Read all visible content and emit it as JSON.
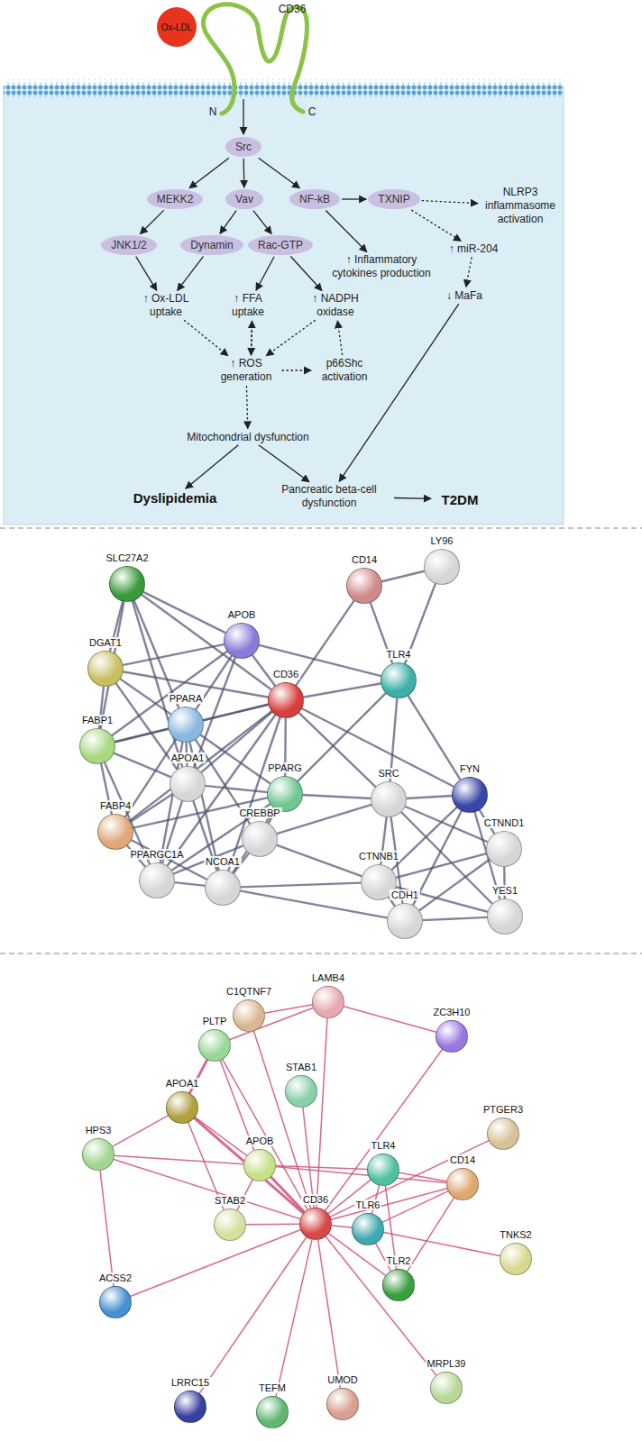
{
  "diagram": {
    "nodes": [
      {
        "text": [
          "Ox-LDL"
        ]
      },
      {
        "text": [
          "Src"
        ]
      },
      {
        "text": [
          "MEKK2"
        ]
      },
      {
        "text": [
          "Vav"
        ]
      },
      {
        "text": [
          "NF-kB"
        ]
      },
      {
        "text": [
          "TXNIP"
        ]
      },
      {
        "text": [
          "NLRP3 inflammasome activation"
        ]
      },
      {
        "text": [
          "JNK1/2"
        ]
      },
      {
        "text": [
          "Dynamin"
        ]
      },
      {
        "text": [
          "Rac-GTP"
        ]
      },
      {
        "text": [
          "↑ Inflammatory cytokines production"
        ]
      },
      {
        "text": [
          "↑ miR-204"
        ]
      },
      {
        "text": [
          "↑ Ox-LDL uptake"
        ]
      },
      {
        "text": [
          "↑ FFA uptake"
        ]
      },
      {
        "text": [
          "↑ NADPH oxidase"
        ]
      },
      {
        "text": [
          "↓ MaFa"
        ]
      },
      {
        "text": [
          "↑ ROS generation"
        ]
      },
      {
        "text": [
          "p66Shc activation"
        ]
      },
      {
        "text": [
          "Mitochondrial dysfunction"
        ]
      },
      {
        "text": [
          "Dyslipidemia"
        ]
      },
      {
        "text": [
          "Pancreatic beta-cell dysfunction"
        ]
      },
      {
        "text": [
          "T2DM"
        ]
      },
      {
        "text": [
          "SLC27A2"
        ]
      },
      {
        "text": [
          "LY96"
        ]
      },
      {
        "text": [
          "CD14"
        ]
      },
      {
        "text": [
          "APOB"
        ]
      },
      {
        "text": [
          "DGAT1"
        ]
      },
      {
        "text": [
          "CD36"
        ]
      },
      {
        "text": [
          "TLR4"
        ]
      },
      {
        "text": [
          "PPARA"
        ]
      },
      {
        "text": [
          "FABP1"
        ]
      },
      {
        "text": [
          "APOA1"
        ]
      },
      {
        "text": [
          "PPARG"
        ]
      },
      {
        "text": [
          "SRC"
        ]
      },
      {
        "text": [
          "FYN"
        ]
      },
      {
        "text": [
          "FABP4"
        ]
      },
      {
        "text": [
          "CREBBP"
        ]
      },
      {
        "text": [
          "CTNND1"
        ]
      },
      {
        "text": [
          "PPARGC1A"
        ]
      },
      {
        "text": [
          "NCOA1"
        ]
      },
      {
        "text": [
          "CTNNB1"
        ]
      },
      {
        "text": [
          "YES1"
        ]
      },
      {
        "text": [
          "CDH1"
        ]
      },
      {
        "text": [
          "C1QTNF7"
        ]
      },
      {
        "text": [
          "LAMB4"
        ]
      },
      {
        "text": [
          "ZC3H10"
        ]
      },
      {
        "text": [
          "PLTP"
        ]
      },
      {
        "text": [
          "STAB1"
        ]
      },
      {
        "text": [
          "PTGER3"
        ]
      },
      {
        "text": [
          "APOA1"
        ]
      },
      {
        "text": [
          "HPS3"
        ]
      },
      {
        "text": [
          "APOB"
        ]
      },
      {
        "text": [
          "TLR4"
        ]
      },
      {
        "text": [
          "CD14"
        ]
      },
      {
        "text": [
          "STAB2"
        ]
      },
      {
        "text": [
          "CD36"
        ]
      },
      {
        "text": [
          "TLR6"
        ]
      },
      {
        "text": [
          "TNKS2"
        ]
      },
      {
        "text": [
          "TLR2"
        ]
      },
      {
        "text": [
          "ACSS2"
        ]
      },
      {
        "text": [
          "LRRC15"
        ]
      },
      {
        "text": [
          "TEFM"
        ]
      },
      {
        "text": [
          "UMOD"
        ]
      },
      {
        "text": [
          "MRPL39"
        ]
      }
    ],
    "edges": [
      {
        "from": 1,
        "to": 2,
        "arrow": "to"
      },
      {
        "from": 1,
        "to": 3,
        "arrow": "to"
      },
      {
        "from": 1,
        "to": 4,
        "arrow": "to"
      },
      {
        "from": 2,
        "to": 7,
        "arrow": "to"
      },
      {
        "from": 3,
        "to": 8,
        "arrow": "to"
      },
      {
        "from": 3,
        "to": 9,
        "arrow": "to"
      },
      {
        "from": 4,
        "to": 5,
        "arrow": "to"
      },
      {
        "from": 4,
        "to": 10,
        "arrow": "to"
      },
      {
        "from": 5,
        "to": 6,
        "arrow": "to"
      },
      {
        "from": 5,
        "to": 11,
        "arrow": "to"
      },
      {
        "from": 7,
        "to": 12,
        "arrow": "to"
      },
      {
        "from": 8,
        "to": 12,
        "arrow": "to"
      },
      {
        "from": 9,
        "to": 13,
        "arrow": "to"
      },
      {
        "from": 9,
        "to": 14,
        "arrow": "to"
      },
      {
        "from": 11,
        "to": 15,
        "arrow": "to"
      },
      {
        "from": 12,
        "to": 16,
        "arrow": "to"
      },
      {
        "from": 14,
        "to": 16,
        "arrow": "to"
      },
      {
        "from": 13,
        "to": 16,
        "arrow": "to"
      },
      {
        "from": 16,
        "to": 13,
        "arrow": "to"
      },
      {
        "from": 16,
        "to": 17,
        "arrow": "to"
      },
      {
        "from": 17,
        "to": 14,
        "arrow": "to"
      },
      {
        "from": 16,
        "to": 18,
        "arrow": "to"
      },
      {
        "from": 18,
        "to": 19,
        "arrow": "to"
      },
      {
        "from": 18,
        "to": 20,
        "arrow": "to"
      },
      {
        "from": 15,
        "to": 20,
        "arrow": "to"
      },
      {
        "from": 20,
        "to": 21,
        "arrow": "to"
      },
      {
        "from": 22,
        "to": 25,
        "arrow": "none"
      },
      {
        "from": 22,
        "to": 26,
        "arrow": "none"
      },
      {
        "from": 22,
        "to": 27,
        "arrow": "none"
      },
      {
        "from": 22,
        "to": 29,
        "arrow": "none"
      },
      {
        "from": 22,
        "to": 30,
        "arrow": "none"
      },
      {
        "from": 22,
        "to": 31,
        "arrow": "none"
      },
      {
        "from": 24,
        "to": 23,
        "arrow": "none"
      },
      {
        "from": 24,
        "to": 28,
        "arrow": "none"
      },
      {
        "from": 24,
        "to": 27,
        "arrow": "none"
      },
      {
        "from": 23,
        "to": 28,
        "arrow": "none"
      },
      {
        "from": 25,
        "to": 26,
        "arrow": "none"
      },
      {
        "from": 25,
        "to": 27,
        "arrow": "none"
      },
      {
        "from": 25,
        "to": 28,
        "arrow": "none"
      },
      {
        "from": 25,
        "to": 31,
        "arrow": "none"
      },
      {
        "from": 25,
        "to": 29,
        "arrow": "none"
      },
      {
        "from": 25,
        "to": 30,
        "arrow": "none"
      },
      {
        "from": 26,
        "to": 27,
        "arrow": "none"
      },
      {
        "from": 26,
        "to": 29,
        "arrow": "none"
      },
      {
        "from": 26,
        "to": 30,
        "arrow": "none"
      },
      {
        "from": 26,
        "to": 31,
        "arrow": "none"
      },
      {
        "from": 27,
        "to": 28,
        "arrow": "none"
      },
      {
        "from": 27,
        "to": 29,
        "arrow": "none"
      },
      {
        "from": 27,
        "to": 30,
        "arrow": "none"
      },
      {
        "from": 27,
        "to": 31,
        "arrow": "none"
      },
      {
        "from": 27,
        "to": 32,
        "arrow": "none"
      },
      {
        "from": 27,
        "to": 35,
        "arrow": "none"
      },
      {
        "from": 27,
        "to": 33,
        "arrow": "none"
      },
      {
        "from": 27,
        "to": 34,
        "arrow": "none"
      },
      {
        "from": 27,
        "to": 38,
        "arrow": "none"
      },
      {
        "from": 27,
        "to": 39,
        "arrow": "none"
      },
      {
        "from": 28,
        "to": 33,
        "arrow": "none"
      },
      {
        "from": 28,
        "to": 34,
        "arrow": "none"
      },
      {
        "from": 28,
        "to": 32,
        "arrow": "none"
      },
      {
        "from": 29,
        "to": 30,
        "arrow": "none"
      },
      {
        "from": 29,
        "to": 31,
        "arrow": "none"
      },
      {
        "from": 29,
        "to": 32,
        "arrow": "none"
      },
      {
        "from": 29,
        "to": 35,
        "arrow": "none"
      },
      {
        "from": 29,
        "to": 38,
        "arrow": "none"
      },
      {
        "from": 29,
        "to": 39,
        "arrow": "none"
      },
      {
        "from": 29,
        "to": 36,
        "arrow": "none"
      },
      {
        "from": 30,
        "to": 31,
        "arrow": "none"
      },
      {
        "from": 30,
        "to": 35,
        "arrow": "none"
      },
      {
        "from": 30,
        "to": 38,
        "arrow": "none"
      },
      {
        "from": 31,
        "to": 32,
        "arrow": "none"
      },
      {
        "from": 31,
        "to": 35,
        "arrow": "none"
      },
      {
        "from": 31,
        "to": 38,
        "arrow": "none"
      },
      {
        "from": 31,
        "to": 39,
        "arrow": "none"
      },
      {
        "from": 32,
        "to": 35,
        "arrow": "none"
      },
      {
        "from": 32,
        "to": 36,
        "arrow": "none"
      },
      {
        "from": 32,
        "to": 39,
        "arrow": "none"
      },
      {
        "from": 32,
        "to": 38,
        "arrow": "none"
      },
      {
        "from": 32,
        "to": 33,
        "arrow": "none"
      },
      {
        "from": 33,
        "to": 34,
        "arrow": "none"
      },
      {
        "from": 33,
        "to": 40,
        "arrow": "none"
      },
      {
        "from": 33,
        "to": 42,
        "arrow": "none"
      },
      {
        "from": 33,
        "to": 37,
        "arrow": "none"
      },
      {
        "from": 33,
        "to": 41,
        "arrow": "none"
      },
      {
        "from": 33,
        "to": 36,
        "arrow": "none"
      },
      {
        "from": 34,
        "to": 37,
        "arrow": "none"
      },
      {
        "from": 34,
        "to": 40,
        "arrow": "none"
      },
      {
        "from": 34,
        "to": 41,
        "arrow": "none"
      },
      {
        "from": 34,
        "to": 42,
        "arrow": "none"
      },
      {
        "from": 36,
        "to": 39,
        "arrow": "none"
      },
      {
        "from": 36,
        "to": 38,
        "arrow": "none"
      },
      {
        "from": 36,
        "to": 40,
        "arrow": "none"
      },
      {
        "from": 35,
        "to": 38,
        "arrow": "none"
      },
      {
        "from": 35,
        "to": 39,
        "arrow": "none"
      },
      {
        "from": 38,
        "to": 39,
        "arrow": "none"
      },
      {
        "from": 40,
        "to": 42,
        "arrow": "none"
      },
      {
        "from": 40,
        "to": 37,
        "arrow": "none"
      },
      {
        "from": 40,
        "to": 41,
        "arrow": "none"
      },
      {
        "from": 37,
        "to": 42,
        "arrow": "none"
      },
      {
        "from": 37,
        "to": 41,
        "arrow": "none"
      },
      {
        "from": 41,
        "to": 42,
        "arrow": "none"
      },
      {
        "from": 39,
        "to": 40,
        "arrow": "none"
      },
      {
        "from": 39,
        "to": 42,
        "arrow": "none"
      },
      {
        "from": 55,
        "to": 51,
        "arrow": "none"
      },
      {
        "from": 55,
        "to": 49,
        "arrow": "none"
      },
      {
        "from": 55,
        "to": 46,
        "arrow": "none"
      },
      {
        "from": 55,
        "to": 43,
        "arrow": "none"
      },
      {
        "from": 55,
        "to": 44,
        "arrow": "none"
      },
      {
        "from": 55,
        "to": 45,
        "arrow": "none"
      },
      {
        "from": 55,
        "to": 47,
        "arrow": "none"
      },
      {
        "from": 55,
        "to": 48,
        "arrow": "none"
      },
      {
        "from": 55,
        "to": 50,
        "arrow": "none"
      },
      {
        "from": 55,
        "to": 52,
        "arrow": "none"
      },
      {
        "from": 55,
        "to": 53,
        "arrow": "none"
      },
      {
        "from": 55,
        "to": 54,
        "arrow": "none"
      },
      {
        "from": 55,
        "to": 56,
        "arrow": "none"
      },
      {
        "from": 55,
        "to": 58,
        "arrow": "none"
      },
      {
        "from": 55,
        "to": 59,
        "arrow": "none"
      },
      {
        "from": 55,
        "to": 60,
        "arrow": "none"
      },
      {
        "from": 55,
        "to": 61,
        "arrow": "none"
      },
      {
        "from": 55,
        "to": 62,
        "arrow": "none"
      },
      {
        "from": 55,
        "to": 63,
        "arrow": "none"
      },
      {
        "from": 51,
        "to": 49,
        "arrow": "none"
      },
      {
        "from": 51,
        "to": 46,
        "arrow": "none"
      },
      {
        "from": 51,
        "to": 50,
        "arrow": "none"
      },
      {
        "from": 51,
        "to": 54,
        "arrow": "none"
      },
      {
        "from": 51,
        "to": 52,
        "arrow": "none"
      },
      {
        "from": 51,
        "to": 53,
        "arrow": "none"
      },
      {
        "from": 49,
        "to": 46,
        "arrow": "none"
      },
      {
        "from": 49,
        "to": 50,
        "arrow": "none"
      },
      {
        "from": 49,
        "to": 54,
        "arrow": "none"
      },
      {
        "from": 46,
        "to": 44,
        "arrow": "none"
      },
      {
        "from": 44,
        "to": 45,
        "arrow": "none"
      },
      {
        "from": 43,
        "to": 44,
        "arrow": "none"
      },
      {
        "from": 50,
        "to": 59,
        "arrow": "none"
      },
      {
        "from": 52,
        "to": 53,
        "arrow": "none"
      },
      {
        "from": 52,
        "to": 56,
        "arrow": "none"
      },
      {
        "from": 52,
        "to": 58,
        "arrow": "none"
      },
      {
        "from": 56,
        "to": 53,
        "arrow": "none"
      },
      {
        "from": 58,
        "to": 53,
        "arrow": "none"
      },
      {
        "from": 56,
        "to": 58,
        "arrow": "none"
      },
      {
        "from": 56,
        "to": 57,
        "arrow": "none"
      }
    ],
    "labels": [
      "CD36",
      "N",
      "C"
    ]
  }
}
